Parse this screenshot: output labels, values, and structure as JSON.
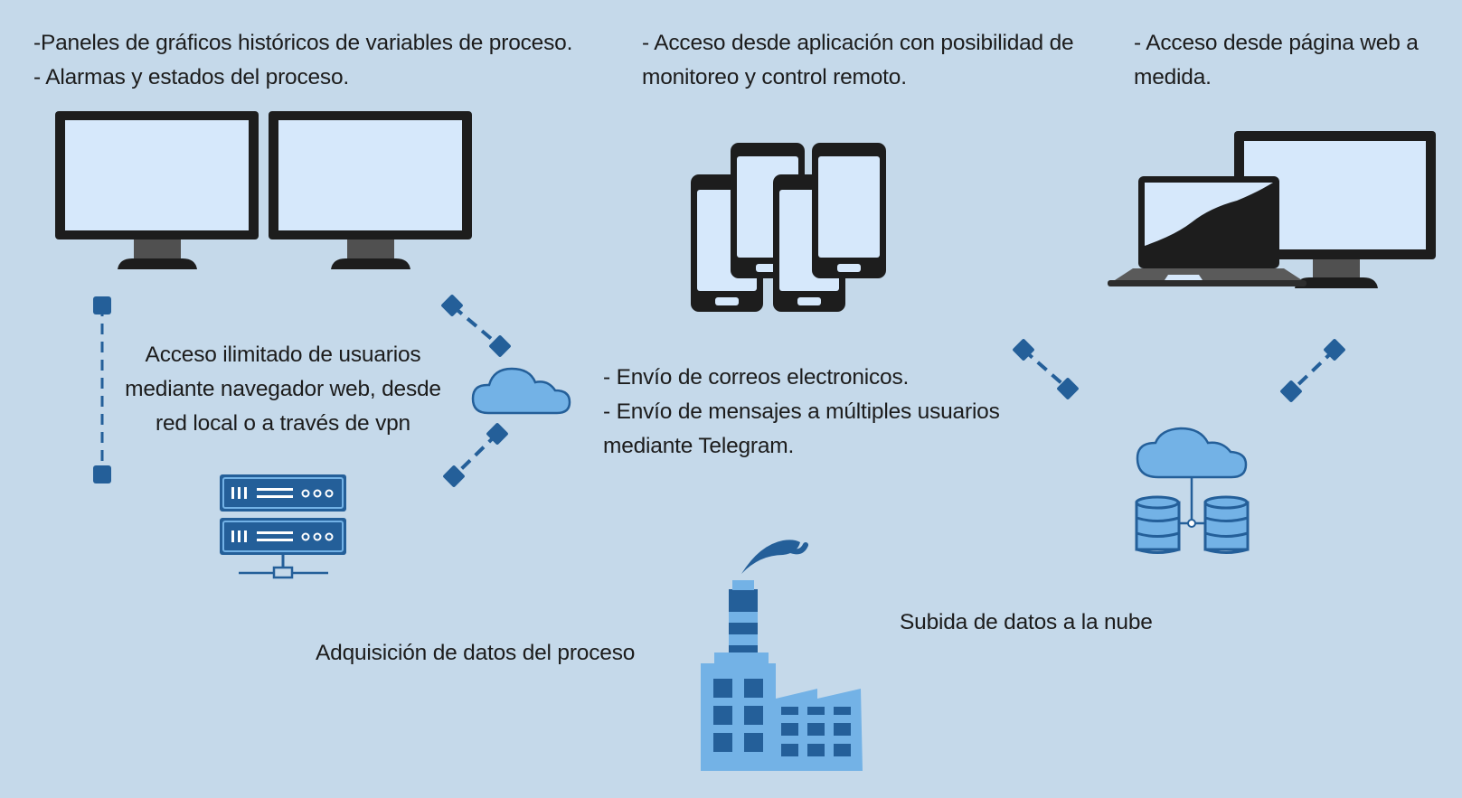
{
  "colors": {
    "background": "#c5d9ea",
    "device_frame": "#1d1d1d",
    "screen": "#d6e8fb",
    "stand": "#505050",
    "accent_dark": "#245f99",
    "accent_light": "#73b2e6",
    "text": "#1c1c1c"
  },
  "icons": {
    "monitors": "dual-monitor-icon",
    "phones": "smartphones-icon",
    "laptop_monitor": "laptop-monitor-icon",
    "server": "server-rack-icon",
    "cloud": "cloud-icon",
    "cloud_database": "cloud-database-icon",
    "factory": "factory-icon"
  },
  "texts": {
    "historic": {
      "line1": "-Paneles de gráficos históricos de variables de proceso.",
      "line2": "- Alarmas y estados del proceso."
    },
    "app": {
      "line1": "- Acceso desde aplicación con posibilidad de",
      "line2": "monitoreo y control remoto."
    },
    "web": {
      "line1": "- Acceso desde página web a",
      "line2": "medida."
    },
    "browser": {
      "line1": "Acceso ilimitado de usuarios",
      "line2": "mediante navegador web, desde",
      "line3": "red local o a través de vpn"
    },
    "notify": {
      "line1": "- Envío de correos electronicos.",
      "line2": "- Envío de mensajes a múltiples usuarios",
      "line3": "mediante Telegram."
    },
    "acquisition": "Adquisición de datos del proceso",
    "upload": "Subida de datos a la nube"
  }
}
